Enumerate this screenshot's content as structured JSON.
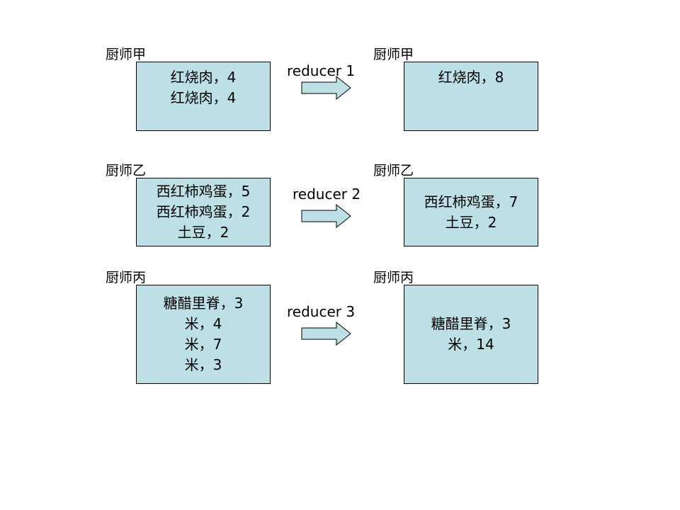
{
  "colors": {
    "box_fill": "#bde0e6",
    "arrow_fill": "#bde0e6",
    "border": "#000000"
  },
  "rows": [
    {
      "left": {
        "chef_label": "厨师甲",
        "items": [
          "红烧肉，4",
          "红烧肉，4"
        ]
      },
      "reducer_label": "reducer 1",
      "right": {
        "chef_label": "厨师甲",
        "items": [
          "红烧肉，8"
        ]
      }
    },
    {
      "left": {
        "chef_label": "厨师乙",
        "items": [
          "西红柿鸡蛋，5",
          "西红柿鸡蛋，2",
          "土豆，2"
        ]
      },
      "reducer_label": "reducer 2",
      "right": {
        "chef_label": "厨师乙",
        "items": [
          "西红柿鸡蛋，7",
          "土豆，2"
        ]
      }
    },
    {
      "left": {
        "chef_label": "厨师丙",
        "items": [
          "糖醋里脊，3",
          "米，4",
          "米，7",
          "米，3"
        ]
      },
      "reducer_label": "reducer 3",
      "right": {
        "chef_label": "厨师丙",
        "items": [
          "糖醋里脊，3",
          "米，14"
        ]
      }
    }
  ]
}
